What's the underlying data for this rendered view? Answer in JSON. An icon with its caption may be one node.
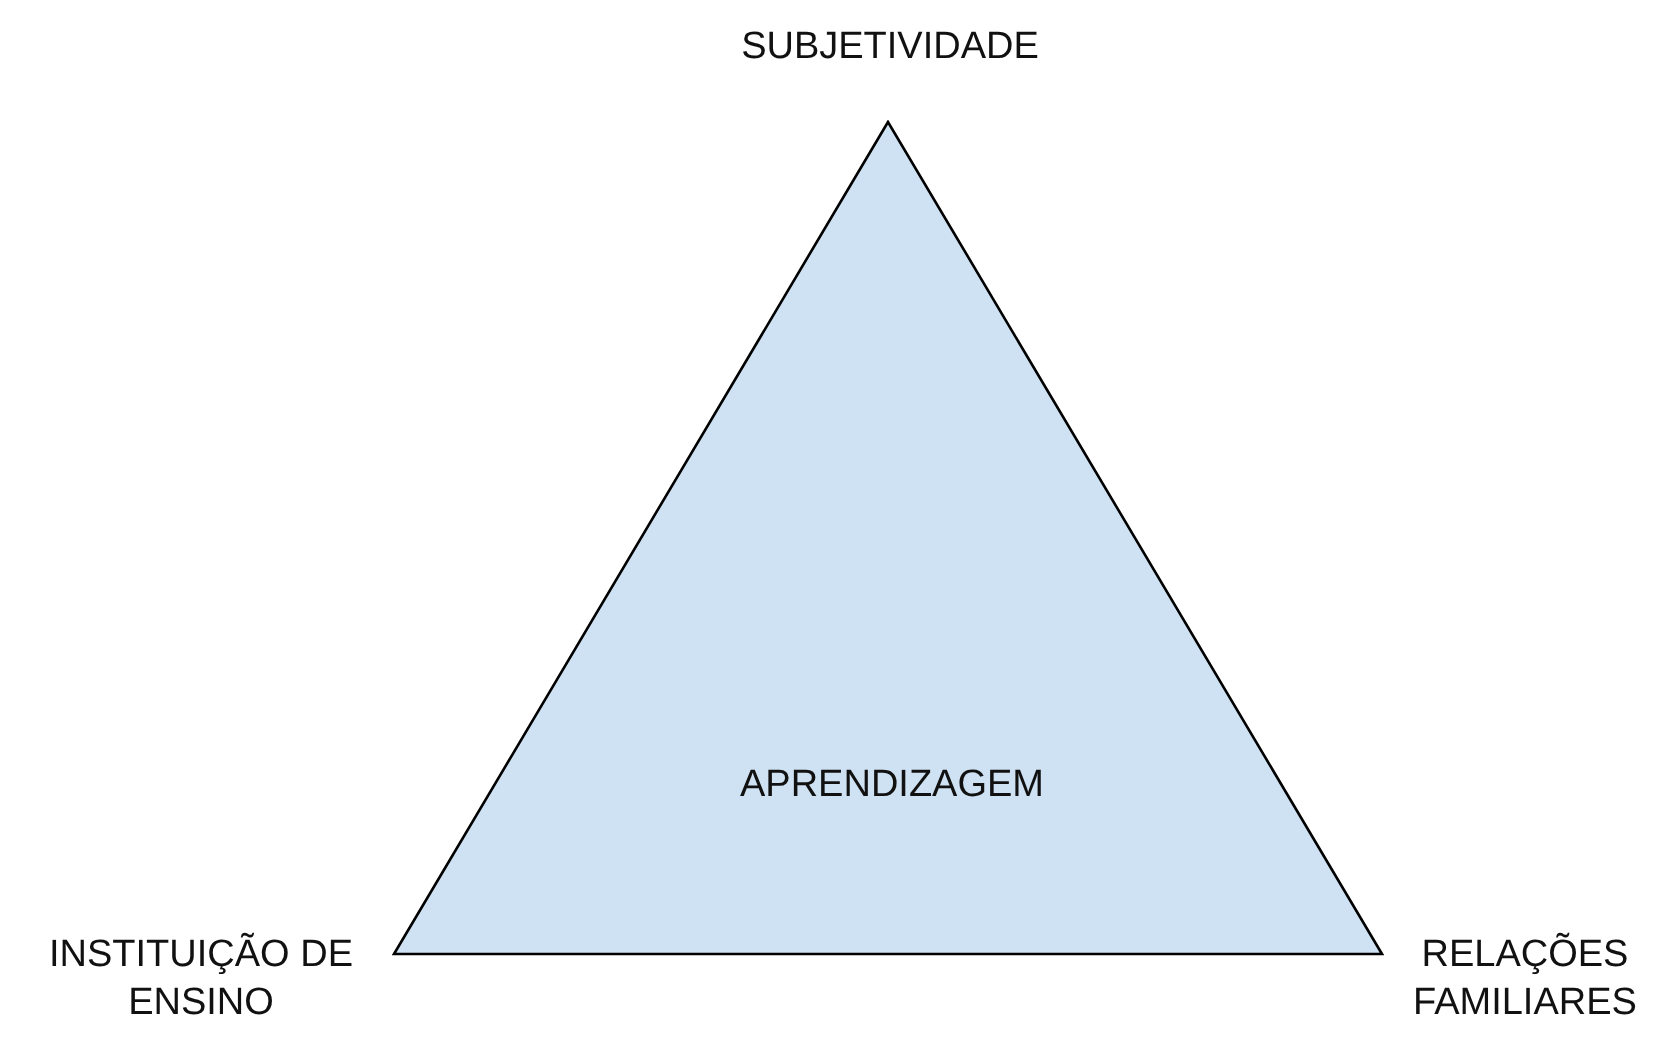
{
  "diagram": {
    "nodes": [
      {
        "text": [
          "APRENDIZAGEM"
        ]
      }
    ],
    "labels": [
      "SUBJETIVIDADE",
      "INSTITUIÇÃO DE ENSINO",
      "RELAÇÕES FAMILIARES"
    ]
  }
}
